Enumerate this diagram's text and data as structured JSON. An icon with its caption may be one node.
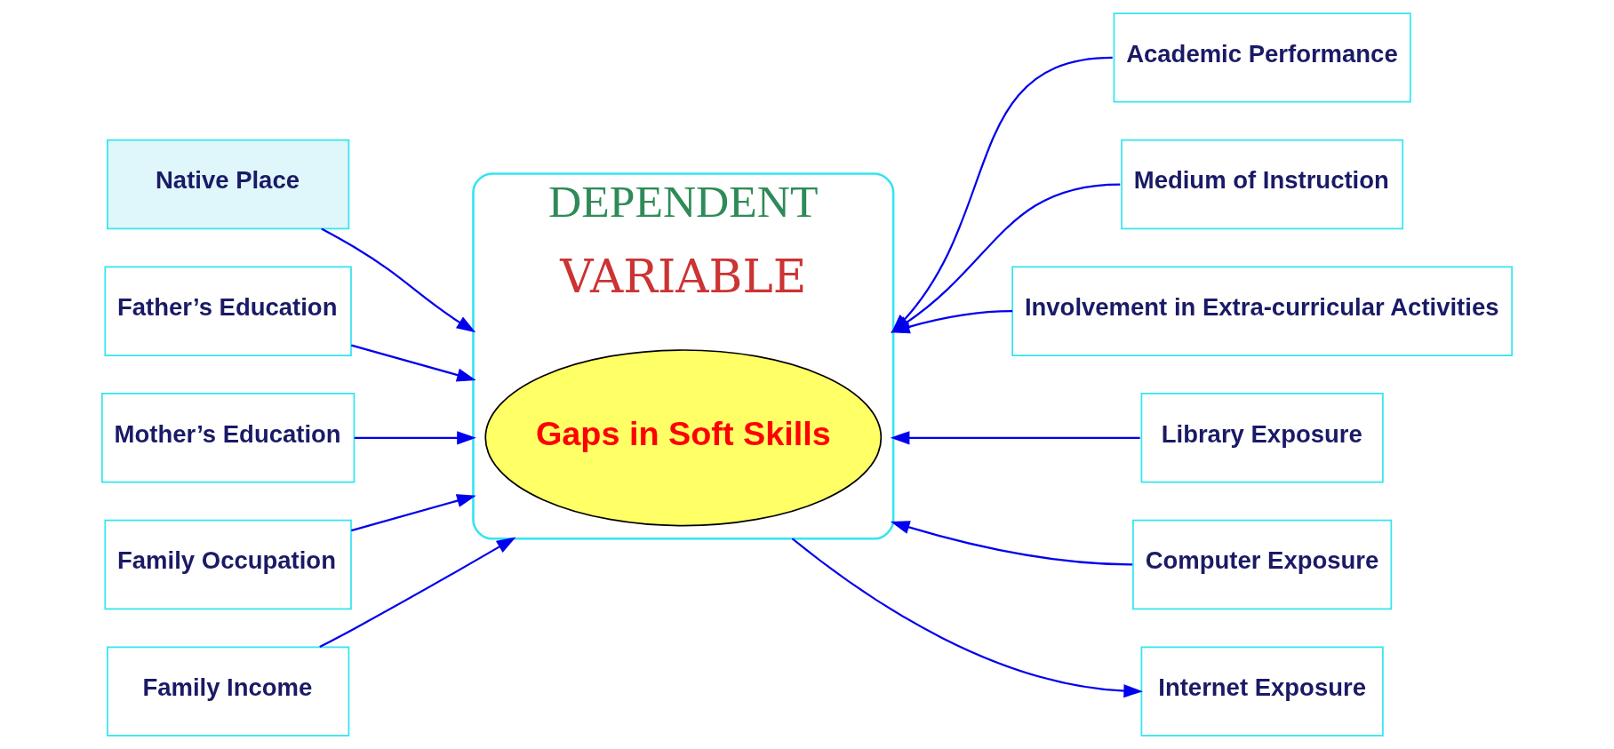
{
  "diagram": {
    "nodes": [
      {
        "text": [
          "DEPENDENT",
          "VARIABLE"
        ]
      },
      {
        "text": [
          "Gaps in Soft Skills"
        ],
        "in": 0
      },
      {
        "text": [
          "Native Place"
        ]
      },
      {
        "text": [
          "Father’s Education"
        ]
      },
      {
        "text": [
          "Mother’s Education"
        ]
      },
      {
        "text": [
          "Family Occupation"
        ]
      },
      {
        "text": [
          "Family Income"
        ]
      },
      {
        "text": [
          "Academic Performance"
        ]
      },
      {
        "text": [
          "Medium of Instruction"
        ]
      },
      {
        "text": [
          "Involvement in Extra-curricular Activities"
        ]
      },
      {
        "text": [
          "Library Exposure"
        ]
      },
      {
        "text": [
          "Computer Exposure"
        ]
      },
      {
        "text": [
          "Internet Exposure"
        ]
      }
    ],
    "edges": [
      {
        "from": 2,
        "to": 0,
        "arrow": "to"
      },
      {
        "from": 3,
        "to": 0,
        "arrow": "to"
      },
      {
        "from": 4,
        "to": 0,
        "arrow": "to"
      },
      {
        "from": 5,
        "to": 0,
        "arrow": "to"
      },
      {
        "from": 6,
        "to": 0,
        "arrow": "to"
      },
      {
        "from": 7,
        "to": 0,
        "arrow": "to"
      },
      {
        "from": 8,
        "to": 0,
        "arrow": "to"
      },
      {
        "from": 9,
        "to": 0,
        "arrow": "to"
      },
      {
        "from": 10,
        "to": 0,
        "arrow": "to"
      },
      {
        "from": 11,
        "to": 0,
        "arrow": "to"
      },
      {
        "from": 0,
        "to": 12,
        "arrow": "to"
      }
    ]
  }
}
